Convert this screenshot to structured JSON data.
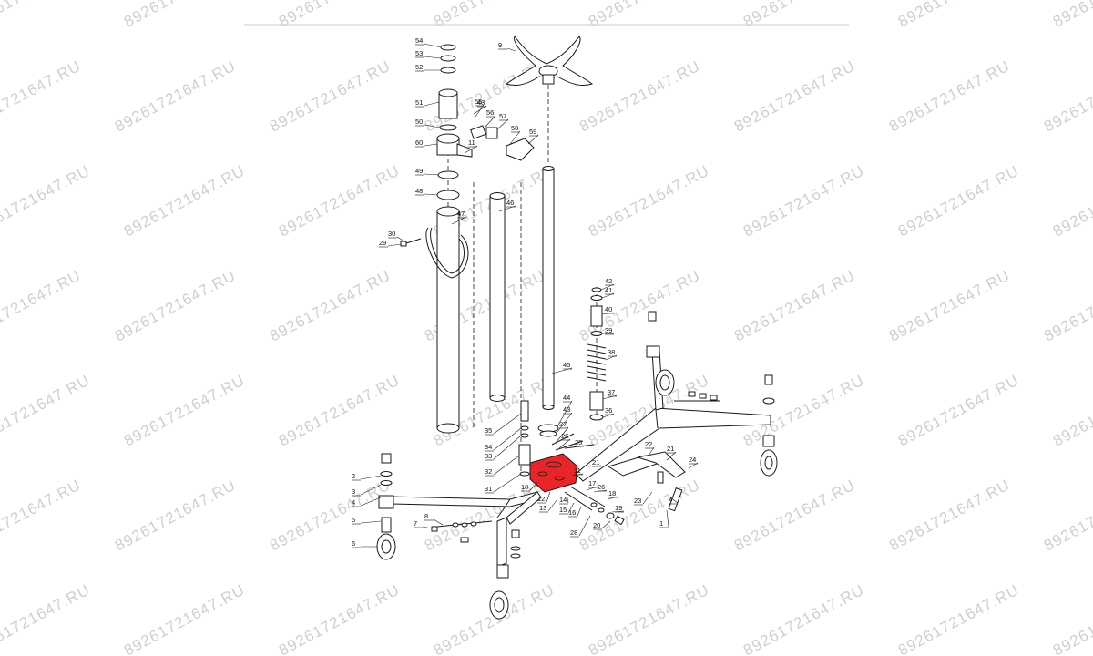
{
  "watermark": {
    "text": "89261721647.RU",
    "color": "#cfcfcf"
  },
  "highlight_color": "#e8262a",
  "callouts": [
    "54",
    "53",
    "52",
    "51",
    "50",
    "60",
    "49",
    "48",
    "43",
    "47",
    "46",
    "30",
    "29",
    "9",
    "55",
    "56",
    "57",
    "58",
    "59",
    "11",
    "42",
    "41",
    "40",
    "39",
    "38",
    "45",
    "37",
    "36",
    "44",
    "43",
    "35",
    "34",
    "33",
    "32",
    "31",
    "27",
    "26",
    "25",
    "21",
    "10",
    "11",
    "12",
    "13",
    "14",
    "15",
    "16",
    "28",
    "26",
    "17",
    "18",
    "19",
    "20",
    "22",
    "21",
    "24",
    "23",
    "4",
    "1",
    "2",
    "3",
    "4",
    "5",
    "6",
    "7",
    "8"
  ]
}
